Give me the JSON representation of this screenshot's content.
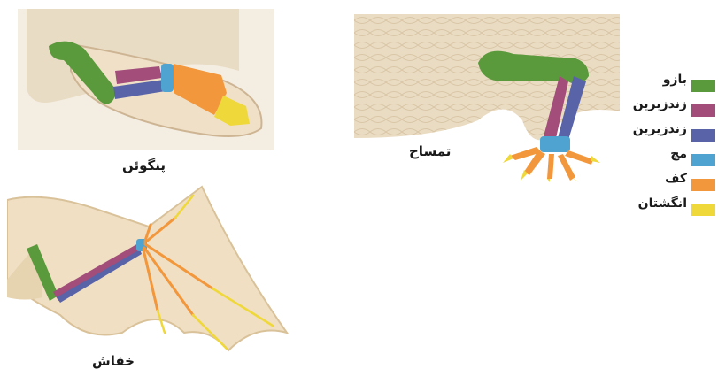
{
  "captions": {
    "penguin": "پنگوئن",
    "crocodile": "تمساح",
    "bat": "خفاش"
  },
  "legend": [
    {
      "label": "بازو",
      "color": "#5a9a3c"
    },
    {
      "label": "زندزبرین",
      "color": "#a24d7a"
    },
    {
      "label": "زندزیرین",
      "color": "#5963a8"
    },
    {
      "label": "مچ",
      "color": "#4fa3d1"
    },
    {
      "label": "کف",
      "color": "#f2973b"
    },
    {
      "label": "انگشتان",
      "color": "#efd83a"
    }
  ],
  "bone_colors": {
    "humerus": "#5a9a3c",
    "radius": "#a24d7a",
    "ulna": "#5963a8",
    "carpals": "#4fa3d1",
    "metacarpals": "#f2973b",
    "phalanges": "#efd83a"
  }
}
